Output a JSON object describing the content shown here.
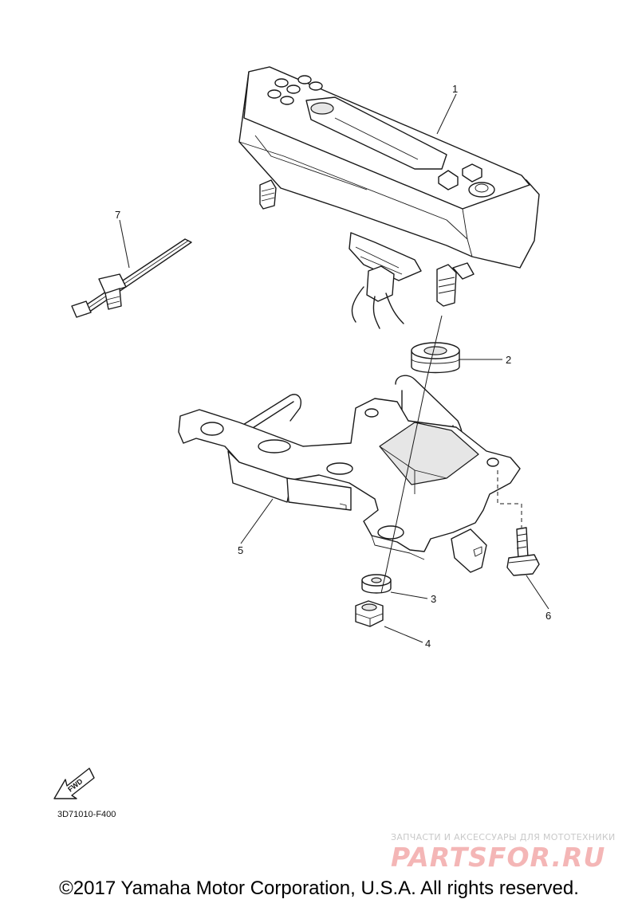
{
  "callouts": [
    {
      "id": "1",
      "label": "1"
    },
    {
      "id": "2",
      "label": "2"
    },
    {
      "id": "3",
      "label": "3"
    },
    {
      "id": "4",
      "label": "4"
    },
    {
      "id": "5",
      "label": "5"
    },
    {
      "id": "6",
      "label": "6"
    },
    {
      "id": "7",
      "label": "7"
    }
  ],
  "fwd_label": "FWD",
  "part_code": "3D71010-F400",
  "watermark": {
    "tagline": "ЗАПЧАСТИ И АКСЕССУАРЫ ДЛЯ МОТОТЕХНИКИ",
    "logo": "PARTSFOR.RU"
  },
  "copyright": "©2017 Yamaha Motor Corporation, U.S.A. All rights reserved."
}
